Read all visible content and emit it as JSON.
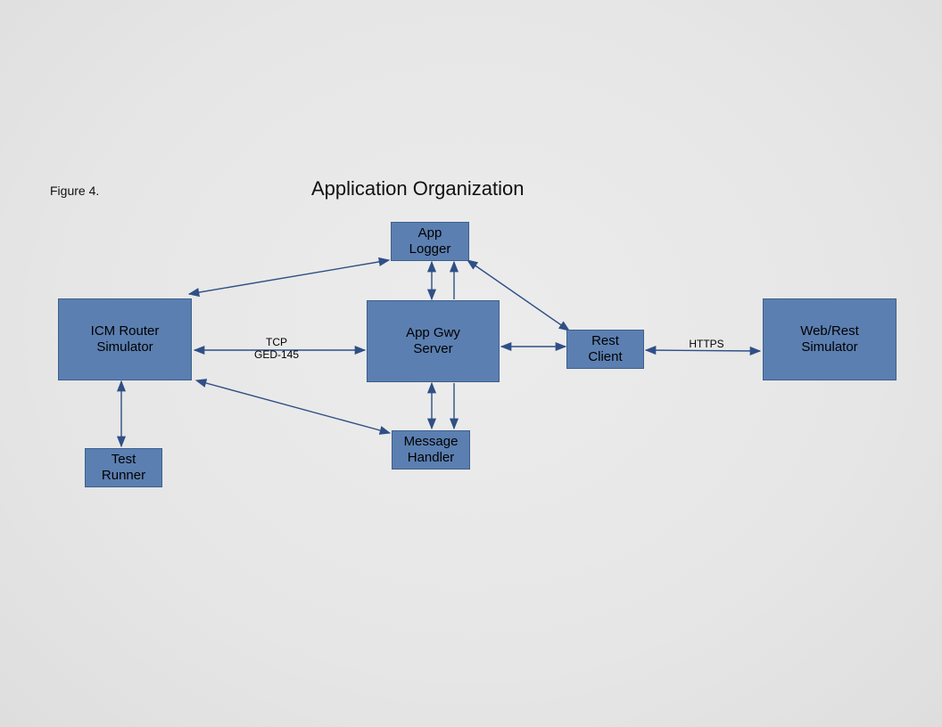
{
  "figure_label": "Figure 4.",
  "title": "Application Organization",
  "colors": {
    "box_fill": "#5b7fb1",
    "box_border": "#3d5f8e",
    "arrow": "#2f4f86",
    "background": "#e6e6e6"
  },
  "nodes": {
    "icm_router_simulator": "ICM Router\nSimulator",
    "test_runner": "Test\nRunner",
    "app_logger": "App\nLogger",
    "app_gwy_server": "App Gwy\nServer",
    "message_handler": "Message\nHandler",
    "rest_client": "Rest\nClient",
    "web_rest_simulator": "Web/Rest\nSimulator"
  },
  "edge_labels": {
    "tcp": "TCP\nGED-145",
    "https": "HTTPS"
  },
  "edges": [
    {
      "from": "icm_router_simulator",
      "to": "app_gwy_server",
      "direction": "both",
      "label": "TCP GED-145"
    },
    {
      "from": "icm_router_simulator",
      "to": "app_logger",
      "direction": "both"
    },
    {
      "from": "icm_router_simulator",
      "to": "message_handler",
      "direction": "both"
    },
    {
      "from": "icm_router_simulator",
      "to": "test_runner",
      "direction": "both"
    },
    {
      "from": "app_gwy_server",
      "to": "app_logger",
      "direction": "both"
    },
    {
      "from": "app_gwy_server",
      "to": "app_logger",
      "direction": "forward"
    },
    {
      "from": "app_gwy_server",
      "to": "message_handler",
      "direction": "both"
    },
    {
      "from": "app_gwy_server",
      "to": "message_handler",
      "direction": "forward"
    },
    {
      "from": "app_gwy_server",
      "to": "rest_client",
      "direction": "both"
    },
    {
      "from": "app_logger",
      "to": "rest_client",
      "direction": "both"
    },
    {
      "from": "rest_client",
      "to": "web_rest_simulator",
      "direction": "both",
      "label": "HTTPS"
    }
  ]
}
